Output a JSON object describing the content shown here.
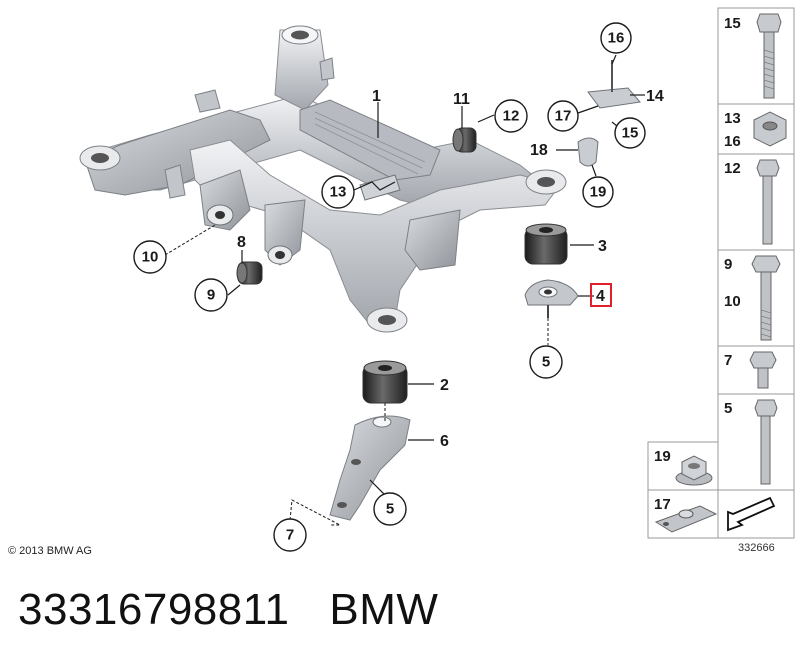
{
  "diagram": {
    "callouts": {
      "c16": "16",
      "c17": "17",
      "c15": "15",
      "c11": "11",
      "c12": "12",
      "c18": "18",
      "c19": "19",
      "c13": "13",
      "c10": "10",
      "c9": "9",
      "c5a": "5",
      "c5b": "5",
      "c7": "7"
    },
    "plain_labels": {
      "p1": "1",
      "p14": "14",
      "p8": "8",
      "p3": "3",
      "p4": "4",
      "p2": "2",
      "p6": "6"
    },
    "highlight_color": "#e0202a",
    "copyright": "© 2013 BMW AG",
    "reference_number": "332666"
  },
  "legend": {
    "cells": [
      {
        "label": "15"
      },
      {
        "label_top": "13",
        "label_bottom": "16"
      },
      {
        "label": "12"
      },
      {
        "label_top": "9",
        "label_bottom": "10"
      },
      {
        "label": "7"
      },
      {
        "label": "5"
      },
      {
        "label": "19"
      },
      {
        "label": "17"
      }
    ]
  },
  "caption": {
    "part_number": "33316798811",
    "brand": "BMW"
  }
}
